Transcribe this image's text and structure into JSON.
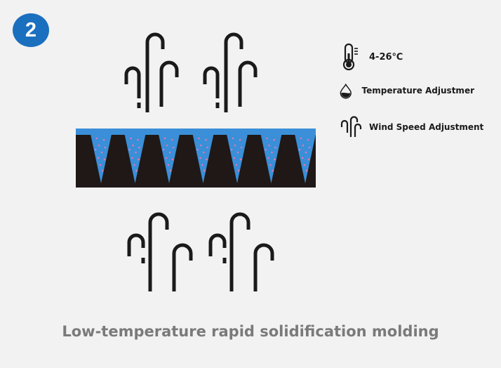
{
  "step": {
    "number": "2"
  },
  "legend": {
    "items": [
      {
        "icon": "thermometer-icon",
        "label": "4-26℃"
      },
      {
        "icon": "water-drop-icon",
        "label": "Temperature Adjustmer"
      },
      {
        "icon": "wind-icon",
        "label": "Wind Speed Adjustment"
      }
    ]
  },
  "diagram": {
    "mold_cavity_count": 7,
    "colors": {
      "mold_body": "#1f1816",
      "mold_top_strip": "#3a8fd8",
      "cavity": "#3a8fd8",
      "cavity_dots": "#e07ab0",
      "wind_icon": "#1a1a1a"
    }
  },
  "caption": {
    "text": "Low-temperature rapid solidification molding"
  }
}
